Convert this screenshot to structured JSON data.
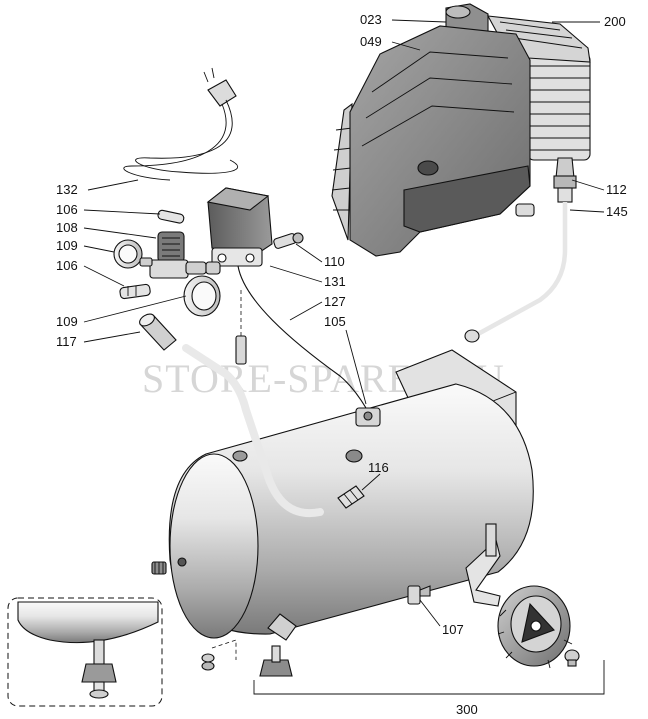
{
  "watermark": "STORE-SPARES.RU",
  "colors": {
    "line": "#111111",
    "metal_light": "#f2f2f2",
    "metal_mid": "#bdbdbd",
    "metal_dark": "#6e6e6e",
    "shroud": "#8a8a8a",
    "watermark": "#d6d6d6"
  },
  "labels": [
    {
      "id": "023",
      "text": "023"
    },
    {
      "id": "049",
      "text": "049"
    },
    {
      "id": "200",
      "text": "200"
    },
    {
      "id": "132",
      "text": "132"
    },
    {
      "id": "106a",
      "text": "106"
    },
    {
      "id": "108",
      "text": "108"
    },
    {
      "id": "109a",
      "text": "109"
    },
    {
      "id": "106b",
      "text": "106"
    },
    {
      "id": "110",
      "text": "110"
    },
    {
      "id": "131",
      "text": "131"
    },
    {
      "id": "127",
      "text": "127"
    },
    {
      "id": "105",
      "text": "105"
    },
    {
      "id": "109b",
      "text": "109"
    },
    {
      "id": "117",
      "text": "117"
    },
    {
      "id": "112",
      "text": "112"
    },
    {
      "id": "145",
      "text": "145"
    },
    {
      "id": "116",
      "text": "116"
    },
    {
      "id": "107",
      "text": "107"
    },
    {
      "id": "300",
      "text": "300"
    }
  ]
}
